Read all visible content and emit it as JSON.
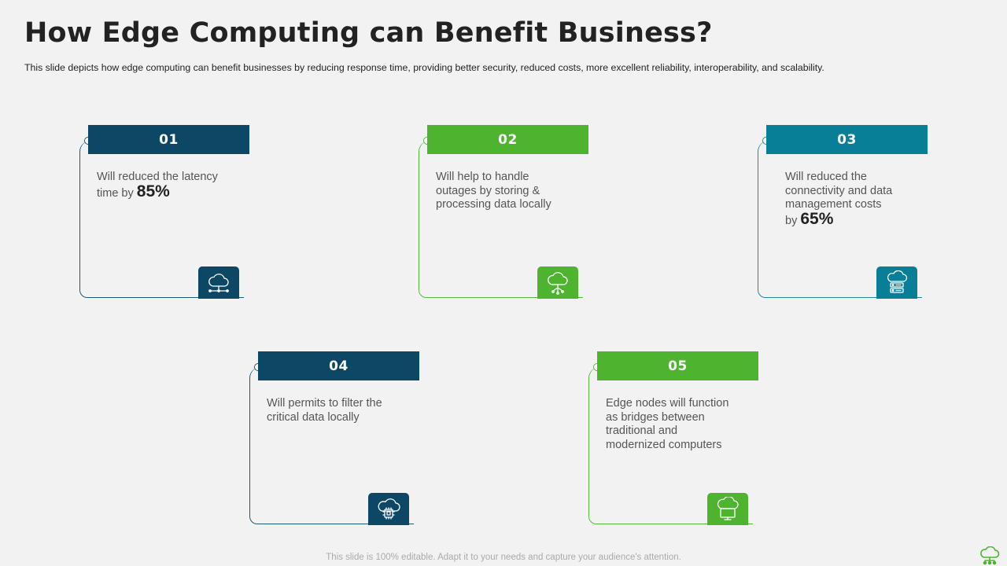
{
  "slide": {
    "title": "How Edge Computing can Benefit Business?",
    "subtitle": "This slide depicts how edge computing can benefit  businesses by reducing  response time, providing  better security, reduced costs, more excellent reliability, interoperability, and scalability.",
    "footer": "This slide is 100% editable. Adapt it to your needs and capture your audience's attention."
  },
  "colors": {
    "navy": "#0c4766",
    "green": "#4eb430",
    "teal": "#097f97"
  },
  "cards": [
    {
      "number": "01",
      "text_lines": [
        "Will reduced the latency"
      ],
      "text_prefix": "time by",
      "highlight": "85%",
      "icon": "cloud-network-icon"
    },
    {
      "number": "02",
      "text_lines": [
        "Will help to handle",
        "outages by storing &",
        "processing data locally"
      ],
      "icon": "cloud-distribution-icon"
    },
    {
      "number": "03",
      "text_lines": [
        "Will reduced the",
        "connectivity and data",
        "management costs"
      ],
      "text_prefix": "by",
      "highlight": "65%",
      "icon": "cloud-server-icon"
    },
    {
      "number": "04",
      "text_lines": [
        "Will permits to filter the",
        "critical data locally"
      ],
      "icon": "cloud-chip-icon"
    },
    {
      "number": "05",
      "text_lines": [
        "Edge nodes will function",
        "as bridges between",
        "traditional and",
        "modernized computers"
      ],
      "icon": "cloud-monitor-icon"
    }
  ]
}
